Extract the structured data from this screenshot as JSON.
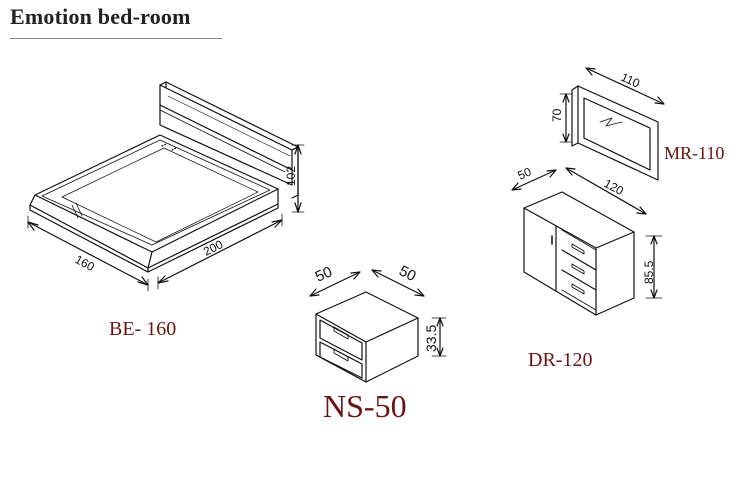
{
  "title": "Emotion bed-room",
  "products": {
    "bed": {
      "code": "BE- 160",
      "width": "160",
      "length": "200",
      "height": "102"
    },
    "nightstand": {
      "code": "NS-50",
      "width": "50",
      "depth": "50",
      "height": "33.5"
    },
    "dresser": {
      "code": "DR-120",
      "depth": "50",
      "width": "120",
      "height": "85.5"
    },
    "mirror": {
      "code": "MR-110",
      "width": "110",
      "height": "70"
    }
  },
  "colors": {
    "label": "#6b1313",
    "line": "#111111"
  }
}
